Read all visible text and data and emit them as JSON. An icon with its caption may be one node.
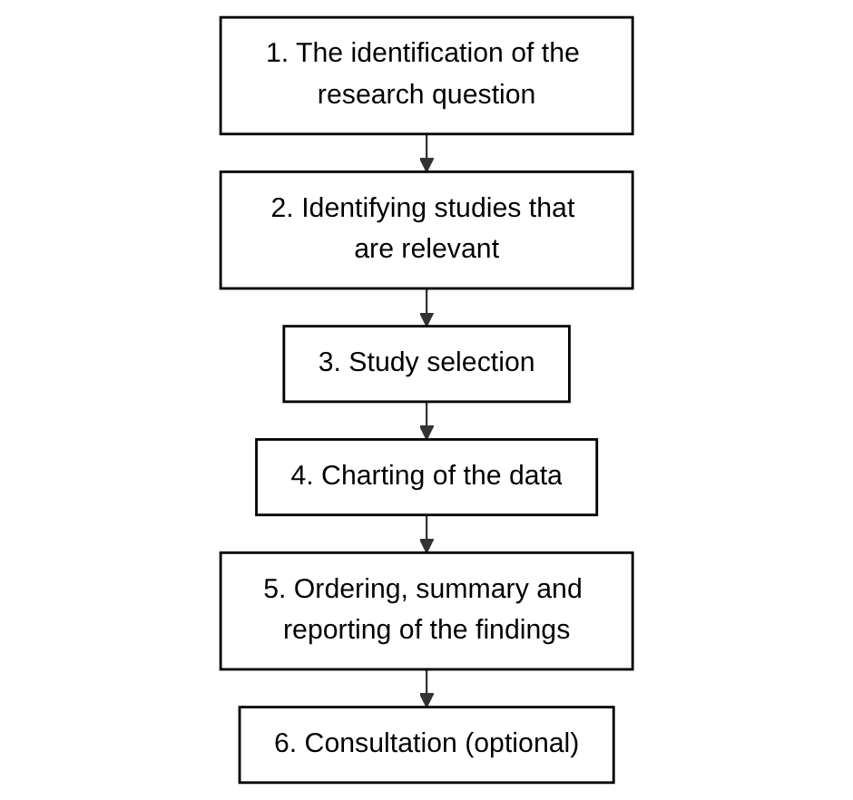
{
  "diagram": {
    "nodes": [
      {
        "text": [
          "1. The identification of the research question"
        ]
      },
      {
        "text": [
          "2. Identifying studies that are relevant"
        ]
      },
      {
        "text": [
          "3. Study selection"
        ]
      },
      {
        "text": [
          "4. Charting of the data"
        ]
      },
      {
        "text": [
          "5. Ordering, summary and reporting of the findings"
        ]
      },
      {
        "text": [
          "6. Consultation (optional)"
        ]
      }
    ],
    "edges": [
      {
        "from": 0,
        "to": 1,
        "arrow": "to"
      },
      {
        "from": 1,
        "to": 2,
        "arrow": "to"
      },
      {
        "from": 2,
        "to": 3,
        "arrow": "to"
      },
      {
        "from": 3,
        "to": 4,
        "arrow": "to"
      },
      {
        "from": 4,
        "to": 5,
        "arrow": "to"
      }
    ]
  }
}
